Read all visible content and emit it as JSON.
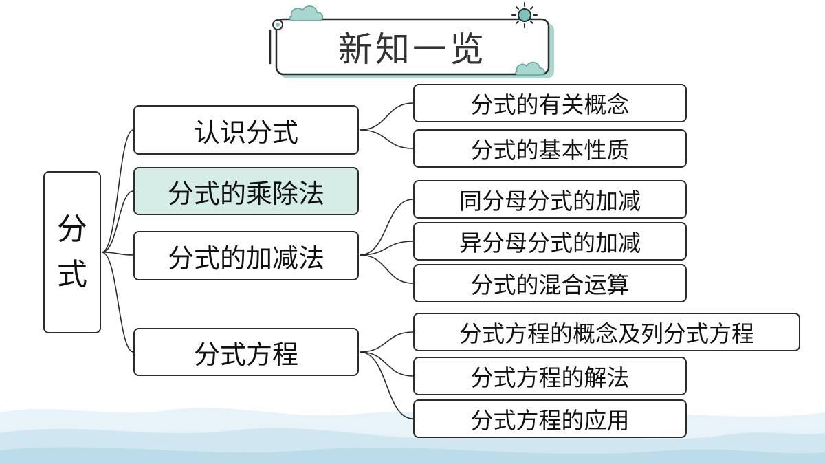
{
  "title": "新知一览",
  "colors": {
    "highlight_fill": "#d6ece6",
    "cloud": "#a9d6cf",
    "border": "#2b2b2b",
    "sun": "#7bc4bc"
  },
  "root": {
    "line1": "分",
    "line2": "式"
  },
  "branches": [
    {
      "label": "认识分式",
      "highlighted": false,
      "children": [
        "分式的有关概念",
        "分式的基本性质"
      ]
    },
    {
      "label": "分式的乘除法",
      "highlighted": true,
      "children": []
    },
    {
      "label": "分式的加减法",
      "highlighted": false,
      "children": [
        "同分母分式的加减",
        "异分母分式的加减",
        "分式的混合运算"
      ]
    },
    {
      "label": "分式方程",
      "highlighted": false,
      "children": [
        "分式方程的概念及列分式方程",
        "分式方程的解法",
        "分式方程的应用"
      ]
    }
  ]
}
